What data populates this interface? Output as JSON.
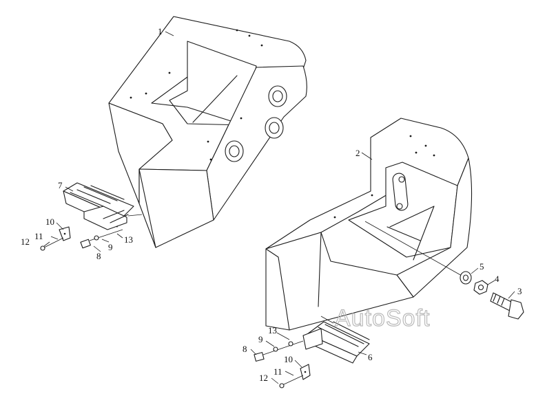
{
  "watermark": "AutoSoft",
  "labels": [
    {
      "id": "label-1",
      "text": "1"
    },
    {
      "id": "label-2",
      "text": "2"
    },
    {
      "id": "label-3",
      "text": "3"
    },
    {
      "id": "label-4",
      "text": "4"
    },
    {
      "id": "label-5",
      "text": "5"
    },
    {
      "id": "label-6",
      "text": "6"
    },
    {
      "id": "label-7",
      "text": "7"
    },
    {
      "id": "label-8a",
      "text": "8"
    },
    {
      "id": "label-9a",
      "text": "9"
    },
    {
      "id": "label-10a",
      "text": "10"
    },
    {
      "id": "label-11a",
      "text": "11"
    },
    {
      "id": "label-12a",
      "text": "12"
    },
    {
      "id": "label-13a",
      "text": "13"
    },
    {
      "id": "label-8b",
      "text": "8"
    },
    {
      "id": "label-9b",
      "text": "9"
    },
    {
      "id": "label-10b",
      "text": "10"
    },
    {
      "id": "label-11b",
      "text": "11"
    },
    {
      "id": "label-12b",
      "text": "12"
    },
    {
      "id": "label-13b",
      "text": "13"
    }
  ]
}
